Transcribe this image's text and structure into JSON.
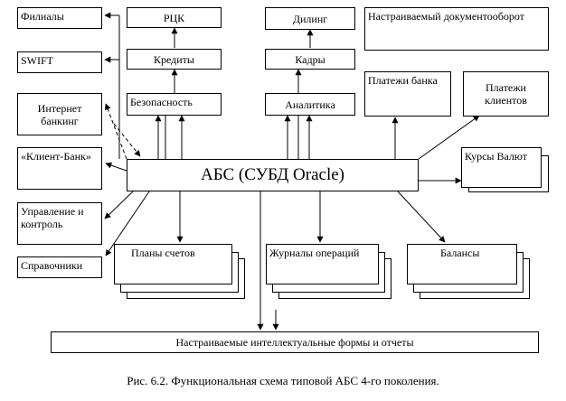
{
  "figure": {
    "caption": "Рис. 6.2. Функциональная схема типовой АБС 4-го поколения."
  },
  "nodes": {
    "filials": "Филиалы",
    "swift": "SWIFT",
    "internet_banking": "Интернет банкинг",
    "client_bank": "«Клиент-Банк»",
    "management": "Управление и контроль",
    "directories": "Справочники",
    "rkc": "РЦК",
    "credits": "Кредиты",
    "security": "Безопасность",
    "dealing": "Дилинг",
    "personnel": "Кадры",
    "analytics": "Аналитика",
    "doc_flow": "Настраиваемый документооборот",
    "bank_payments": "Платежи банка",
    "client_payments": "Платежи клиентов",
    "abs": "АБС (СУБД Oracle)",
    "currency_rates": "Курсы Валют",
    "chart_of_accounts": "Планы счетов",
    "operations_journals": "Журналы операций",
    "balances": "Балансы",
    "reports": "Настраиваемые интеллектуальные формы и отчеты"
  },
  "style": {
    "line_color": "#000000",
    "background": "#ffffff"
  }
}
